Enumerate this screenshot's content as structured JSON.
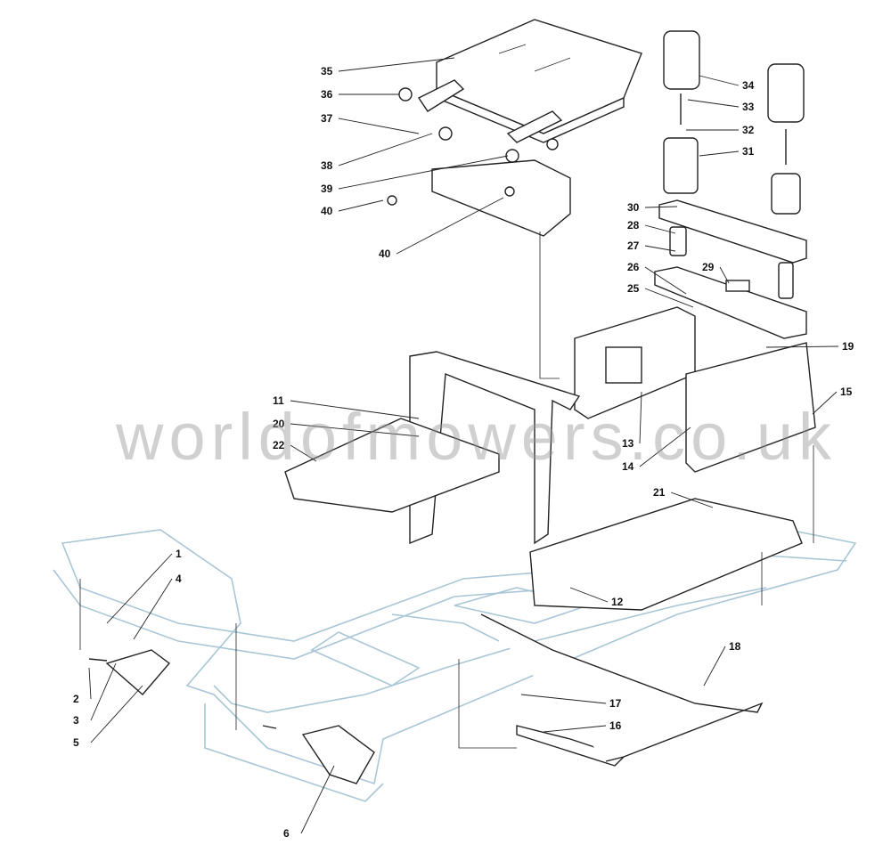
{
  "watermark": "worldofmowers.co.uk",
  "colors": {
    "frame": "#a9c6d6",
    "parts": "#222222",
    "watermark": "#969696"
  },
  "labels": [
    "35",
    "36",
    "37",
    "38",
    "39",
    "40",
    "40",
    "34",
    "33",
    "32",
    "31",
    "30",
    "28",
    "27",
    "29",
    "26",
    "25",
    "19",
    "15",
    "11",
    "20",
    "22",
    "13",
    "14",
    "21",
    "12",
    "1",
    "4",
    "2",
    "3",
    "5",
    "18",
    "17",
    "16",
    "6"
  ]
}
